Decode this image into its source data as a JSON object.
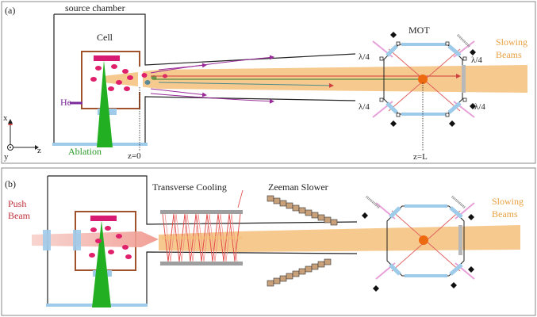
{
  "panel_a": {
    "tag": "(a)",
    "source_chamber": "source chamber",
    "cell": "Cell",
    "he": "He",
    "ablation": "Ablation",
    "z0": "z=0",
    "zL": "z=L",
    "mot": "MOT",
    "qwp_tl": "λ/4",
    "qwp_tr": "λ/4",
    "qwp_bl": "λ/4",
    "qwp_br": "λ/4",
    "slowing_1": "Slowing",
    "slowing_2": "Beams",
    "axis_x": "x",
    "axis_y": "y",
    "axis_z": "z"
  },
  "panel_b": {
    "tag": "(b)",
    "push_1": "Push",
    "push_2": "Beam",
    "transverse": "Transverse Cooling",
    "zeeman": "Zeeman Slower",
    "slowing_1": "Slowing",
    "slowing_2": "Beams"
  },
  "colors": {
    "beam": "#f5c07a",
    "slowing_text": "#e8a040",
    "heater": "#d81b72",
    "molecules": "#e0206a",
    "cell_wall": "#a0522d",
    "ablation": "#22b022",
    "he_line": "#7a2a9a",
    "window": "#9ecbea",
    "push_text": "#c0303a"
  }
}
